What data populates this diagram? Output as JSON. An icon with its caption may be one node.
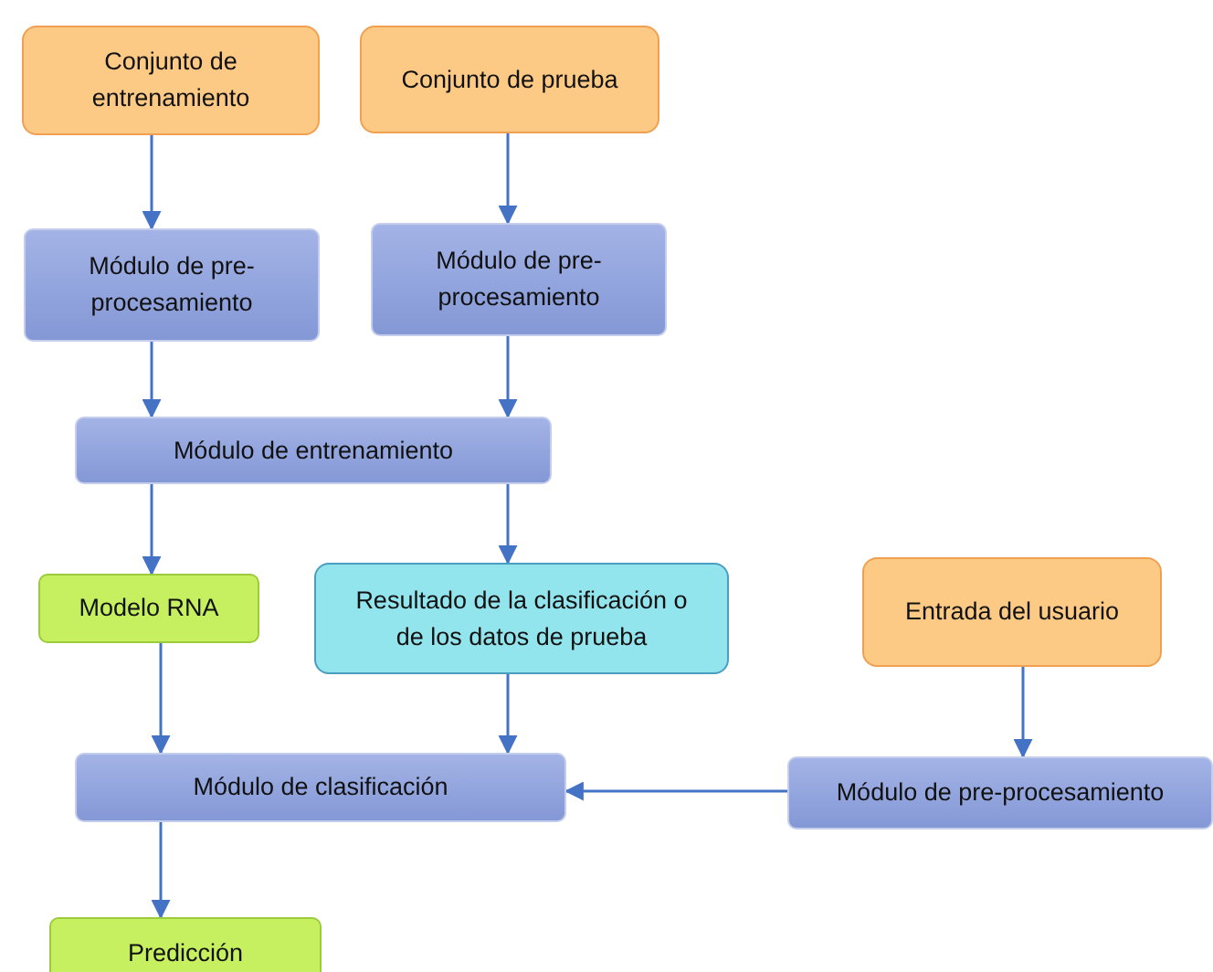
{
  "diagram": {
    "nodes": [
      {
        "text": [
          "Conjunto de entrenamiento"
        ]
      },
      {
        "text": [
          "Conjunto de prueba"
        ]
      },
      {
        "text": [
          "Módulo de pre-procesamiento"
        ]
      },
      {
        "text": [
          "Módulo de pre-procesamiento"
        ]
      },
      {
        "text": [
          "Módulo de entrenamiento"
        ]
      },
      {
        "text": [
          "Modelo RNA"
        ]
      },
      {
        "text": [
          "Resultado de la clasificación o de los datos de prueba"
        ]
      },
      {
        "text": [
          "Entrada del usuario"
        ]
      },
      {
        "text": [
          "Módulo de clasificación"
        ]
      },
      {
        "text": [
          "Módulo de pre-procesamiento"
        ]
      },
      {
        "text": [
          "Predicción"
        ]
      }
    ],
    "edges": [
      {
        "from": 0,
        "to": 2,
        "arrow": "to"
      },
      {
        "from": 1,
        "to": 3,
        "arrow": "to"
      },
      {
        "from": 2,
        "to": 4,
        "arrow": "to"
      },
      {
        "from": 3,
        "to": 4,
        "arrow": "to"
      },
      {
        "from": 4,
        "to": 5,
        "arrow": "to"
      },
      {
        "from": 4,
        "to": 6,
        "arrow": "to"
      },
      {
        "from": 5,
        "to": 8,
        "arrow": "to"
      },
      {
        "from": 6,
        "to": 8,
        "arrow": "to"
      },
      {
        "from": 7,
        "to": 9,
        "arrow": "to"
      },
      {
        "from": 9,
        "to": 8,
        "arrow": "to"
      },
      {
        "from": 8,
        "to": 10,
        "arrow": "to"
      }
    ]
  }
}
